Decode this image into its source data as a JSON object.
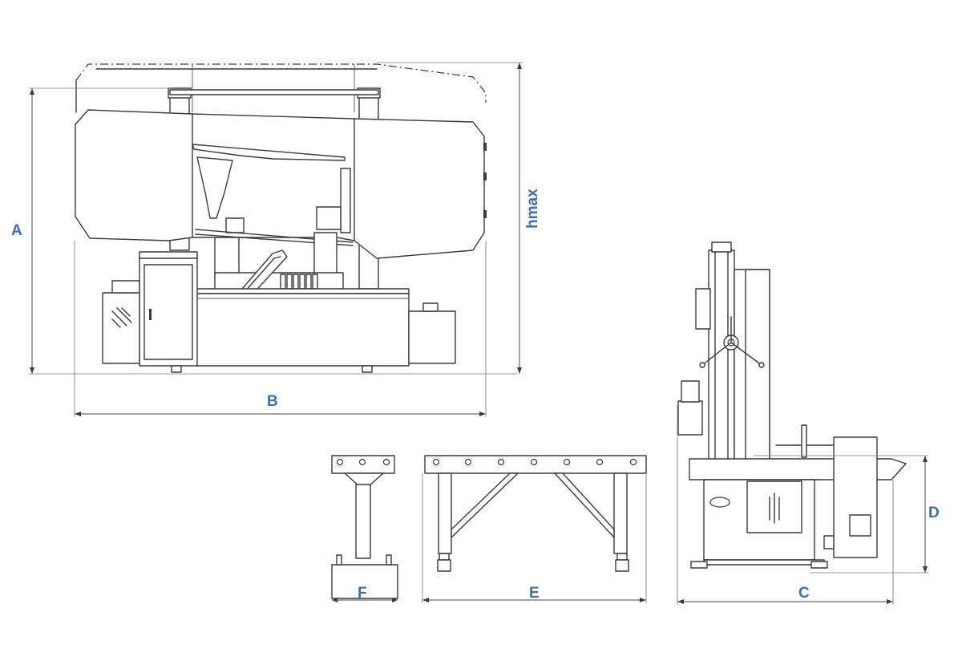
{
  "labels": {
    "a": "A",
    "b": "B",
    "hmax": "hmax",
    "c": "C",
    "d": "D",
    "e": "E",
    "f": "F"
  },
  "colors": {
    "label": "#3a6fb0",
    "line": "#3a3a3a"
  }
}
